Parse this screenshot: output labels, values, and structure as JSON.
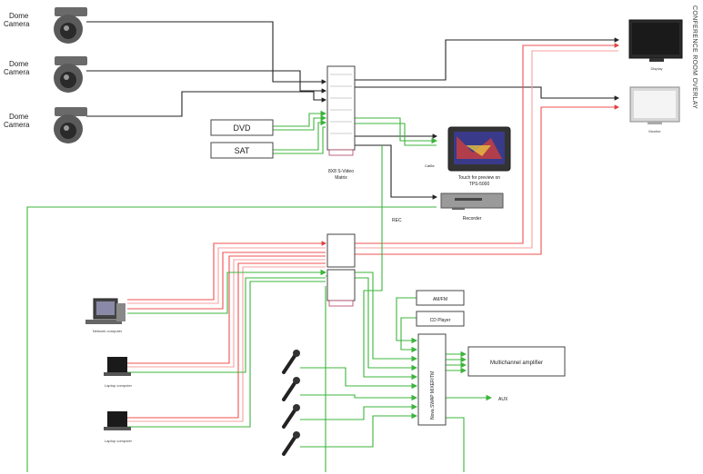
{
  "header": {
    "side_title": "CONFERENCE ROOM OVERLAY"
  },
  "cameras": [
    {
      "label_line1": "Dome",
      "label_line2": "Camera"
    },
    {
      "label_line1": "Dome",
      "label_line2": "Camera"
    },
    {
      "label_line1": "Dome",
      "label_line2": "Camera"
    }
  ],
  "sources": {
    "dvd": "DVD",
    "sat": "SAT"
  },
  "video_matrix": {
    "label_line1": "8X8 S-Video",
    "label_line2": "Matrix"
  },
  "touch_panel": {
    "label_line1": "Touch for preview on",
    "label_line2": "TPS-5000",
    "cat_label": "Cat5e"
  },
  "recorder": {
    "label": "Recorder",
    "rec_label": "REC"
  },
  "displays": {
    "top_caption": "Display",
    "lower_caption": "Monitor"
  },
  "audio": {
    "amfm": "AM/FM",
    "cd_player": "CD Player",
    "mixer": "Nova SWAP MIXER/TM",
    "amplifier": "Multichannel amplifier",
    "aux": "AUX"
  },
  "computers": [
    {
      "caption": "Network computer"
    },
    {
      "caption": "Laptop computer"
    },
    {
      "caption": "Laptop computer"
    }
  ],
  "colors": {
    "video_line": "#222222",
    "rgb_red": "#f05050",
    "rgb_pink": "#f8a0a0",
    "audio_green": "#3cb43c",
    "box_border": "#444444",
    "matrix_border": "#b04060"
  }
}
